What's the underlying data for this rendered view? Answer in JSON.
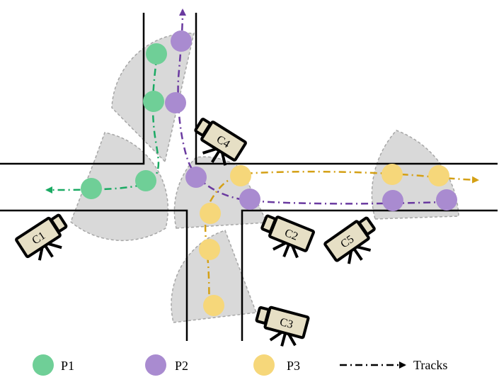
{
  "colors": {
    "p1": "#6fcf97",
    "p2": "#a98bd0",
    "p3": "#f6d77a",
    "p1_track": "#1aaa63",
    "p2_track": "#6a3aa0",
    "p3_track": "#d4a015",
    "fov": "#d9d9d9",
    "fov_edge": "#a6a6a6",
    "camera_body": "#e6dfc5",
    "road": "#000000",
    "legend_track": "#000000"
  },
  "cameras": [
    {
      "id": "c1",
      "label": "C1"
    },
    {
      "id": "c2",
      "label": "C2"
    },
    {
      "id": "c3",
      "label": "C3"
    },
    {
      "id": "c4",
      "label": "C4"
    },
    {
      "id": "c5",
      "label": "C5"
    }
  ],
  "legend": {
    "p1_label": "P1",
    "p2_label": "P2",
    "p3_label": "P3",
    "tracks_label": "Tracks"
  }
}
